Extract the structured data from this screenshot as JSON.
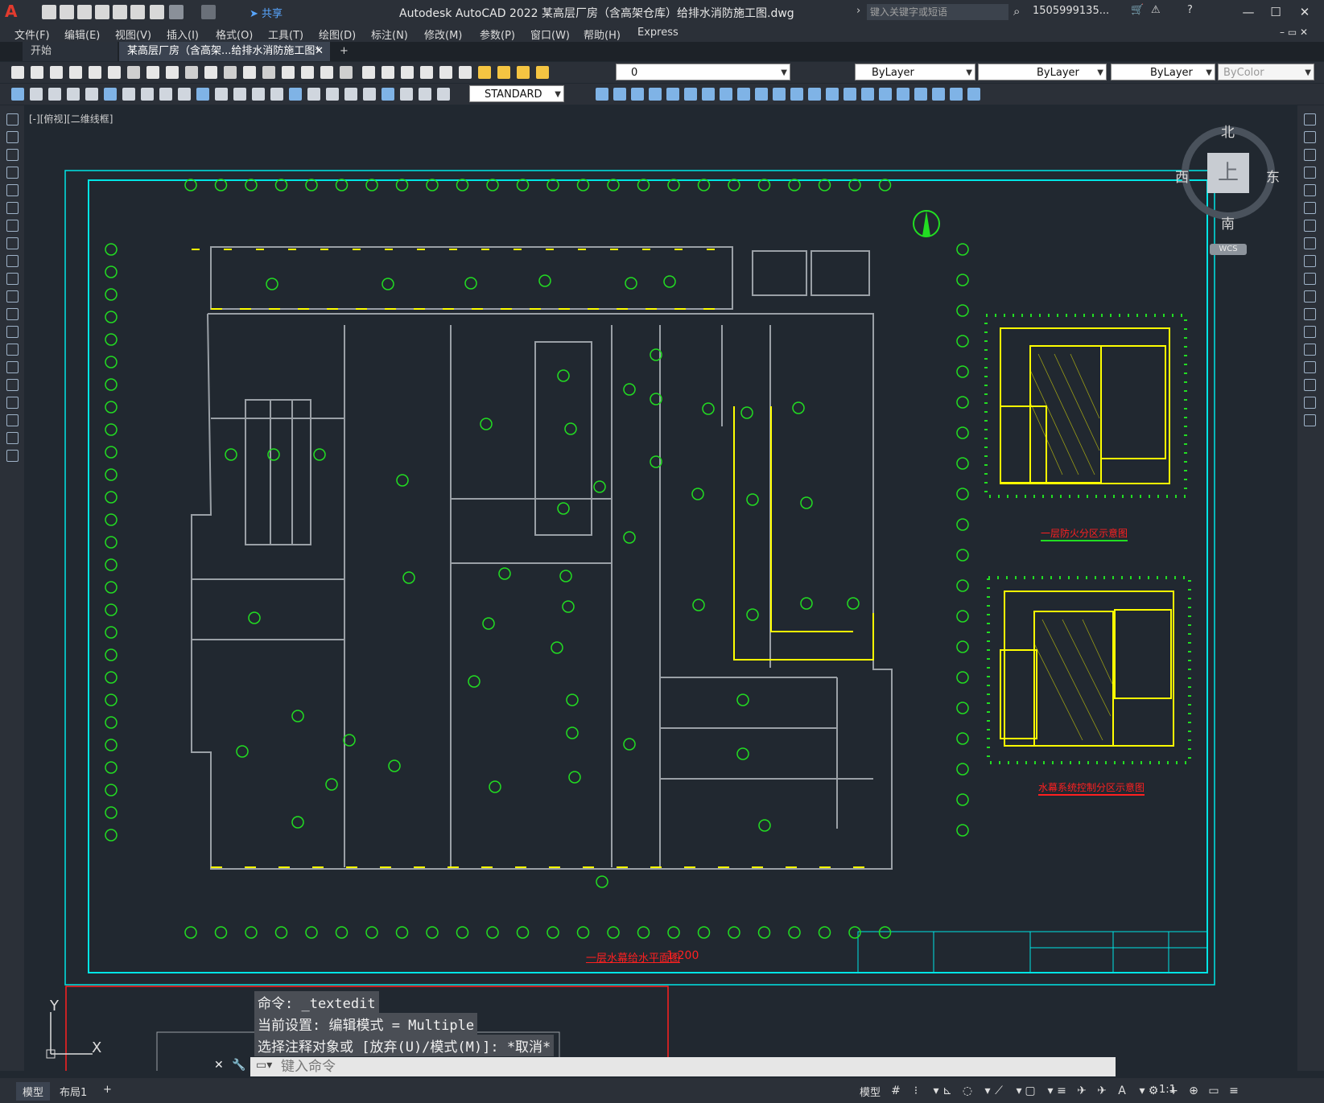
{
  "titlebar": {
    "app_logo": "A",
    "share_label": "共享",
    "window_title": "Autodesk AutoCAD 2022    某高层厂房（含高架仓库）给排水消防施工图.dwg",
    "search_placeholder": "键入关键字或短语",
    "user_name": "1505999135...",
    "minimize": "—",
    "maximize": "☐",
    "close": "✕"
  },
  "menubar": {
    "items": [
      "文件(F)",
      "编辑(E)",
      "视图(V)",
      "插入(I)",
      "格式(O)",
      "工具(T)",
      "绘图(D)",
      "标注(N)",
      "修改(M)",
      "参数(P)",
      "窗口(W)",
      "帮助(H)",
      "Express"
    ]
  },
  "tabs": {
    "start": "开始",
    "drawing": "某高层厂房（含高架...给排水消防施工图*",
    "add": "+"
  },
  "toolbar": {
    "layer_value": "0",
    "color_value": "ByLayer",
    "linetype_value": "ByLayer",
    "lineweight_value": "ByLayer",
    "plotstyle_value": "ByColor",
    "textstyle_value": "STANDARD"
  },
  "viewport": {
    "label": "[-][俯视][二维线框]"
  },
  "viewcube": {
    "north": "北",
    "south": "南",
    "east": "东",
    "west": "西",
    "face": "上",
    "wcs": "WCS"
  },
  "drawing": {
    "plan_title": "一层水幕给水平面图",
    "plan_scale": "1:200",
    "inset1_title": "一层防火分区示意图",
    "inset2_title": "水幕系统控制分区示意图"
  },
  "command": {
    "line1": "命令: _textedit",
    "line2": "当前设置: 编辑模式 = Multiple",
    "line3": "选择注释对象或 [放弃(U)/模式(M)]: *取消*",
    "input_placeholder": "键入命令"
  },
  "ucs": {
    "y": "Y",
    "x": "X"
  },
  "status": {
    "tab_model": "模型",
    "tab_layout1": "布局1",
    "tab_add": "+",
    "model_label": "模型",
    "scale": "1:1"
  },
  "colors": {
    "accent_red": "#e23b2e",
    "frame_cyan": "#00e5e5",
    "wall_gray": "#9aa0a6",
    "highlight_yellow": "#ffff00",
    "grid_green": "#22dd22",
    "canvas_bg": "#212830"
  }
}
